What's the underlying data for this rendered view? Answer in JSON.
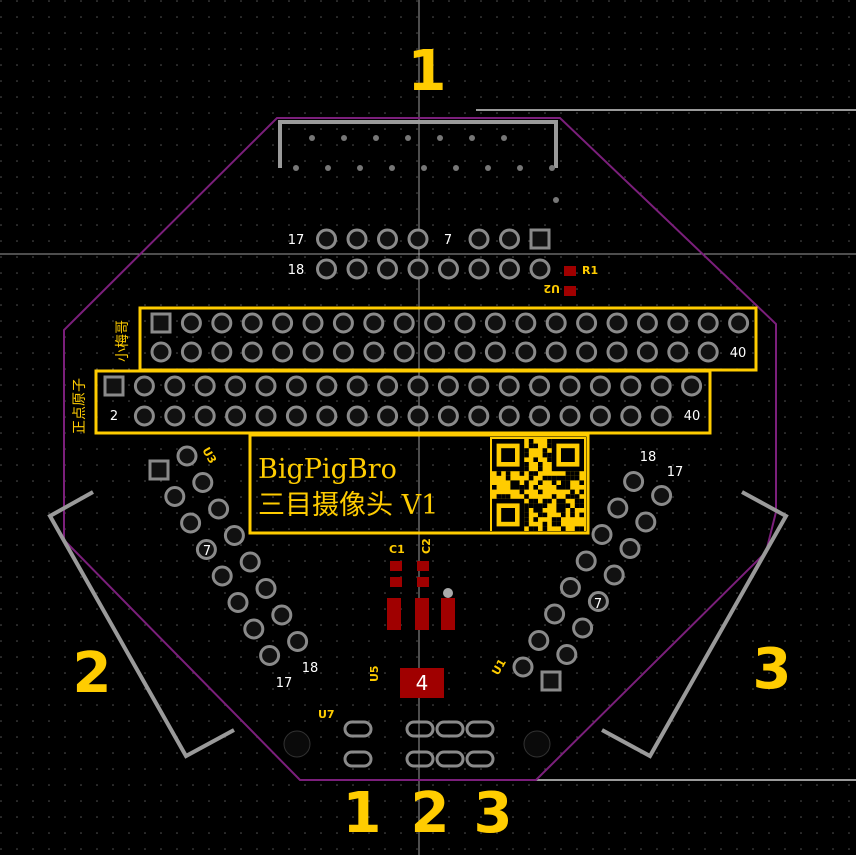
{
  "view_labels": {
    "top": "1",
    "left": "2",
    "right": "3",
    "bottom_1": "1",
    "bottom_2": "2",
    "bottom_3": "3"
  },
  "board": {
    "title": "BigPigBro",
    "subtitle": "三目摄像头 V1",
    "side_label_upper": "小梅哥",
    "side_label_lower": "正点原子"
  },
  "connector_top": {
    "pin_a": "17",
    "pin_b": "7",
    "pin_c": "18"
  },
  "header_upper": {
    "end_label": "40"
  },
  "header_lower": {
    "start_label": "2",
    "end_label": "40"
  },
  "camera_left": {
    "pin_a": "7",
    "pin_b": "18",
    "pin_c": "17"
  },
  "camera_right": {
    "pin_a": "18",
    "pin_b": "17",
    "pin_c": "7"
  },
  "designators": {
    "r1": "R1",
    "u2": "U2",
    "u3": "U3",
    "c1": "C1",
    "c2": "C2",
    "u5": "U5",
    "u7": "U7",
    "u1": "U1",
    "u4": "4"
  },
  "colors": {
    "background": "#000000",
    "silk_yellow": "#FFCC00",
    "outline_purple": "#7B1F7B",
    "pad_fill": "#1a1a1a",
    "pad_ring": "#8a8a8a",
    "copper_red": "#A00000",
    "grey_line": "#9a9a9a"
  }
}
